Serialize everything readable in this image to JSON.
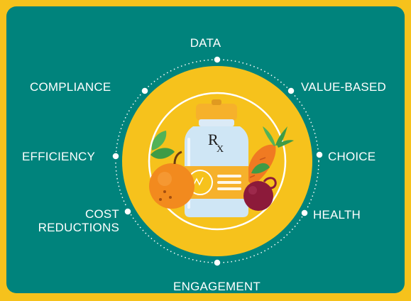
{
  "labels": {
    "data": "DATA",
    "compliance": "COMPLIANCE",
    "value_based": "VALUE-BASED",
    "efficiency": "EFFICIENCY",
    "choice": "CHOICE",
    "cost_line1": "COST",
    "cost_line2": "REDUCTIONS",
    "health": "HEALTH",
    "engagement": "ENGAGEMENT"
  },
  "bottle": {
    "rx_main": "R",
    "rx_sub": "X"
  },
  "colors": {
    "background": "#f6c21c",
    "panel": "#00837c",
    "circle": "#f6c21c",
    "bottle": "#cfe6f5",
    "cap": "#f6b12b",
    "orange": "#f28a1e",
    "beet": "#8c1a3a",
    "leaf": "#4caf50"
  }
}
